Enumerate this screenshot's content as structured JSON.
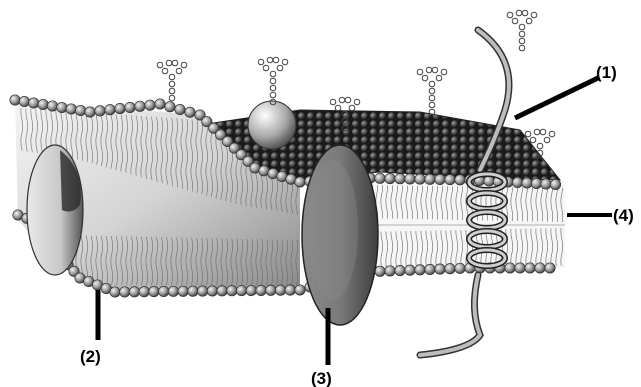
{
  "diagram": {
    "labels": [
      {
        "id": "1",
        "text": "(1)"
      },
      {
        "id": "2",
        "text": "(2)"
      },
      {
        "id": "3",
        "text": "(3)"
      },
      {
        "id": "4",
        "text": "(4)"
      }
    ]
  }
}
